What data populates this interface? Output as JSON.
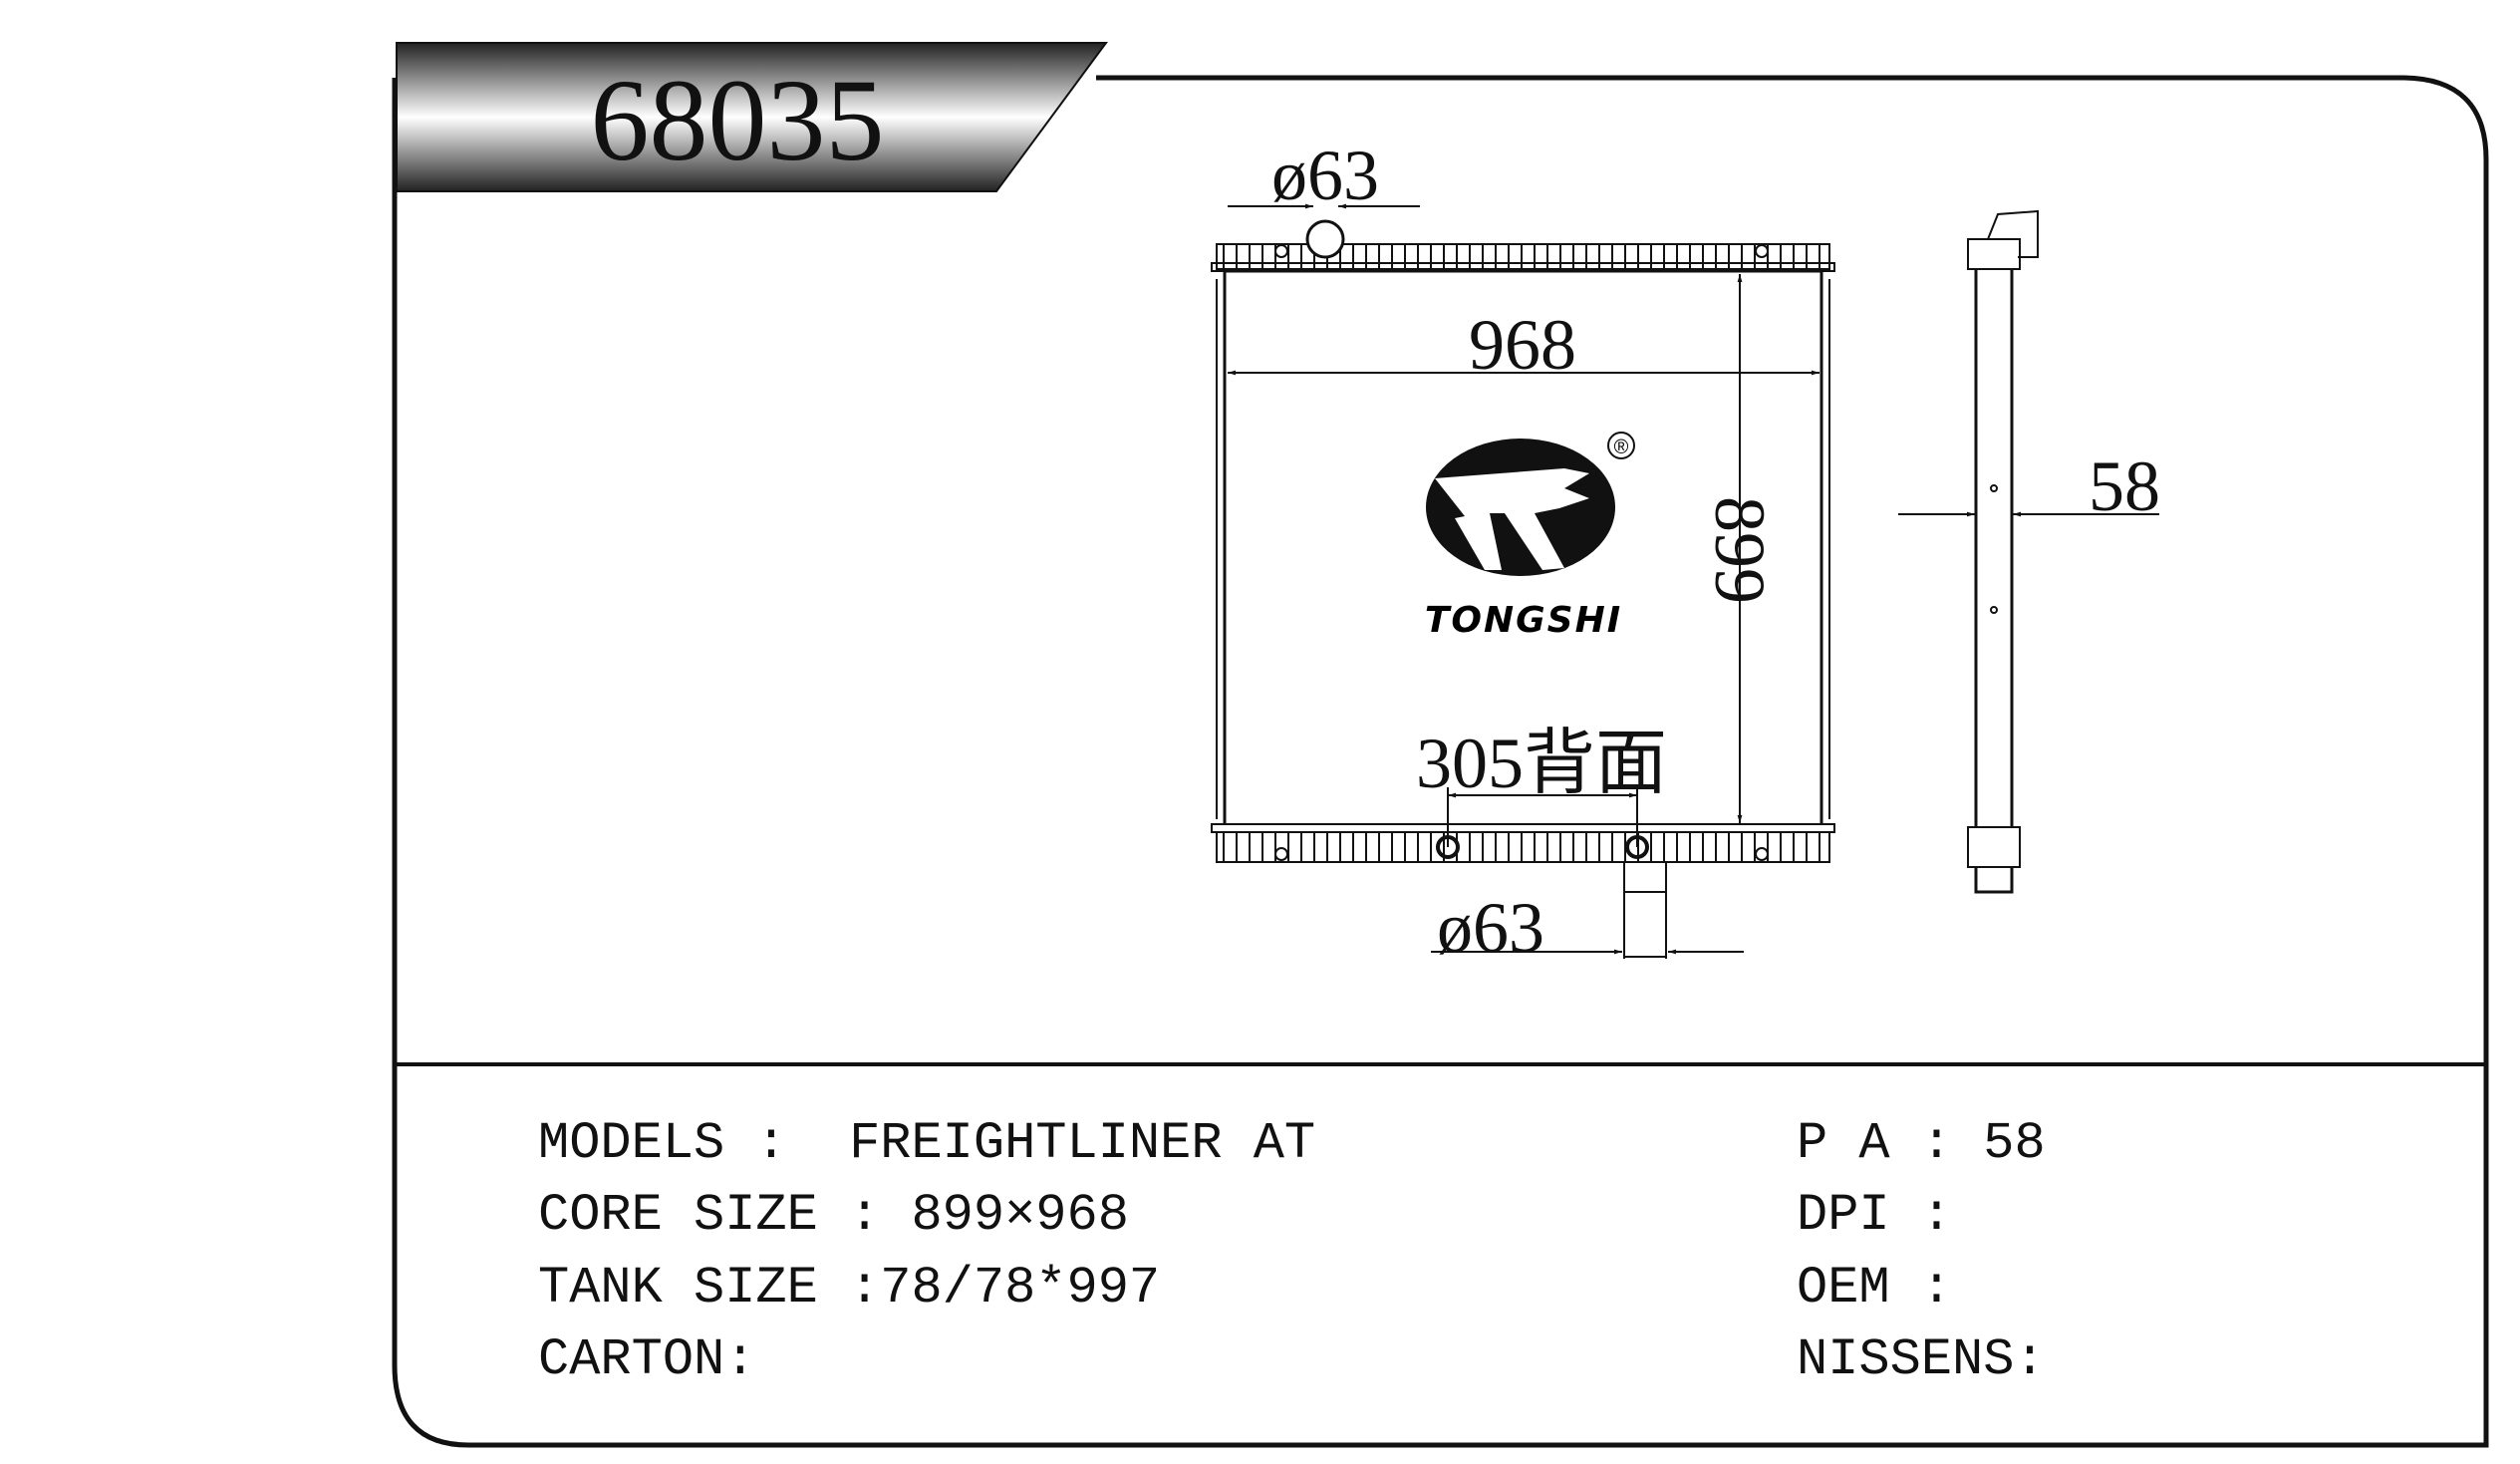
{
  "header": {
    "part_number": "68035"
  },
  "drawing": {
    "top_inlet_label": "ø63",
    "width_label": "968",
    "height_label": "899",
    "outlet_spacing_label": "305背面",
    "bottom_outlet_label": "ø63",
    "thickness_label": "58",
    "logo": {
      "brand": "TONGSHI",
      "registered": "®"
    }
  },
  "specs": {
    "left": [
      {
        "label": "MODELS :  ",
        "value": "FREIGHTLINER AT"
      },
      {
        "label": "CORE SIZE : ",
        "value": "899×968"
      },
      {
        "label": "TANK SIZE :",
        "value": "78/78*997"
      },
      {
        "label": "CARTON:",
        "value": ""
      }
    ],
    "right": [
      {
        "label": "P A : ",
        "value": "58"
      },
      {
        "label": "DPI :",
        "value": ""
      },
      {
        "label": "OEM :",
        "value": ""
      },
      {
        "label": "NISSENS:",
        "value": ""
      }
    ]
  }
}
